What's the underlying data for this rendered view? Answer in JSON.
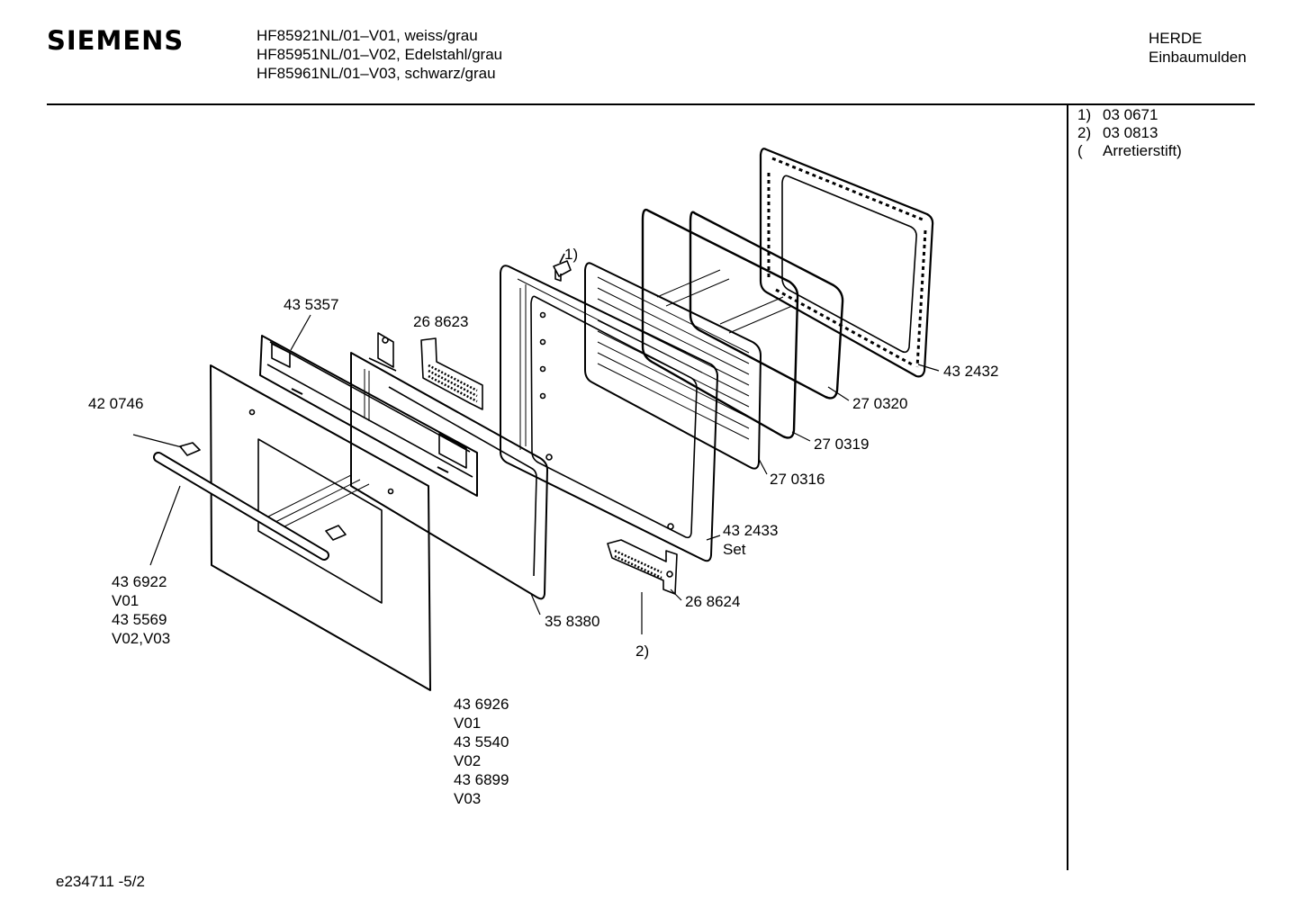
{
  "header": {
    "brand": "SIEMENS",
    "models": [
      "HF85921NL/01–V01, weiss/grau",
      "HF85951NL/01–V02, Edelstahl/grau",
      "HF85961NL/01–V03, schwarz/grau"
    ],
    "category": [
      "HERDE",
      "Einbaumulden"
    ]
  },
  "notes": [
    {
      "marker": "1)",
      "text": "03 0671"
    },
    {
      "marker": "2)",
      "text": "03 0813"
    },
    {
      "marker": "(",
      "text": "Arretierstift)"
    }
  ],
  "callouts": {
    "c1": [
      "1)"
    ],
    "c435357": [
      "43 5357"
    ],
    "c268623": [
      "26 8623"
    ],
    "c420746": [
      "42 0746"
    ],
    "c432432": [
      "43 2432"
    ],
    "c270320": [
      "27 0320"
    ],
    "c270319": [
      "27 0319"
    ],
    "c270316": [
      "27 0316"
    ],
    "c432433": [
      "43 2433",
      "Set"
    ],
    "c268624": [
      "26 8624"
    ],
    "c358380": [
      "35 8380"
    ],
    "c2": [
      "2)"
    ],
    "c436922": [
      "43 6922",
      "V01",
      "43 5569",
      "V02,V03"
    ],
    "c436926": [
      "43 6926",
      "V01",
      "43 5540",
      "V02",
      "43 6899",
      "V03"
    ]
  },
  "footer": "e234711 -5/2"
}
